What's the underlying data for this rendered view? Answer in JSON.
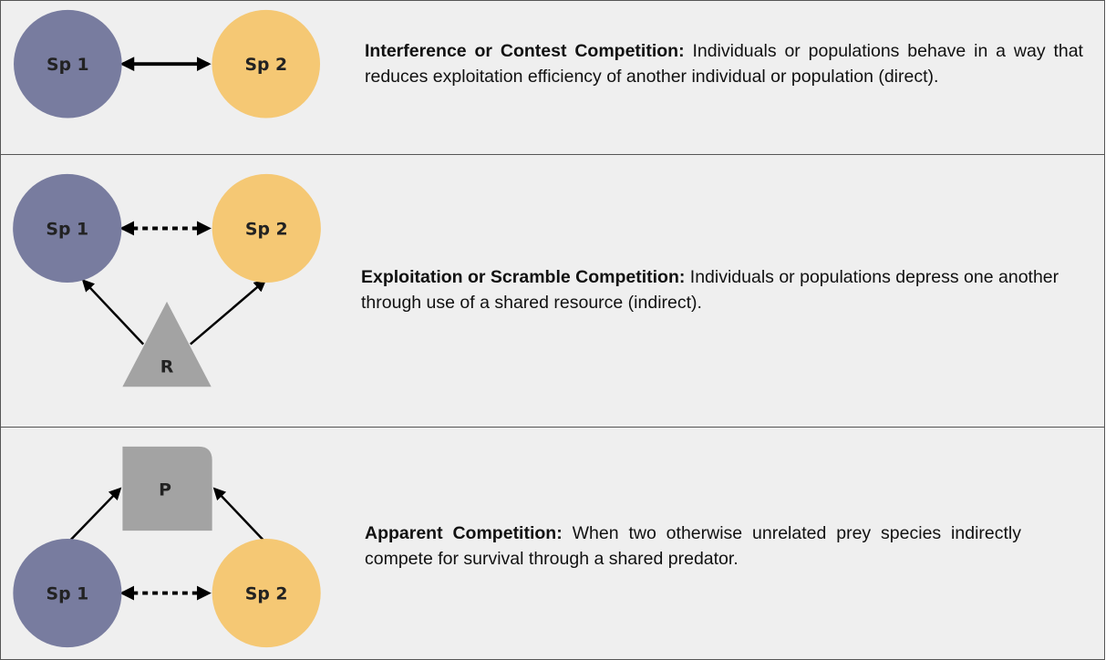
{
  "colors": {
    "species1": "#787c9f",
    "species2": "#f5c874",
    "resource": "#a3a3a3",
    "predator": "#a3a3a3",
    "panel_background": "#efefef",
    "border": "#555555",
    "arrow": "#000000"
  },
  "panels": [
    {
      "nodes": {
        "sp1": "Sp 1",
        "sp2": "Sp 2"
      },
      "edge_style": "solid",
      "title": "Interference or Contest Competition:",
      "body": "Individuals or populations behave in a way that reduces exploitation efficiency of another individual or population (direct)."
    },
    {
      "nodes": {
        "sp1": "Sp 1",
        "sp2": "Sp 2",
        "resource": "R"
      },
      "edge_style": "dotted",
      "title": "Exploitation or Scramble Competition:",
      "body": "Individuals or populations depress one another through use of a shared resource (indirect)."
    },
    {
      "nodes": {
        "sp1": "Sp 1",
        "sp2": "Sp 2",
        "predator": "P"
      },
      "edge_style": "dotted",
      "title": "Apparent Competition:",
      "body": "When two otherwise unrelated prey species indirectly compete for survival through a shared predator."
    }
  ]
}
